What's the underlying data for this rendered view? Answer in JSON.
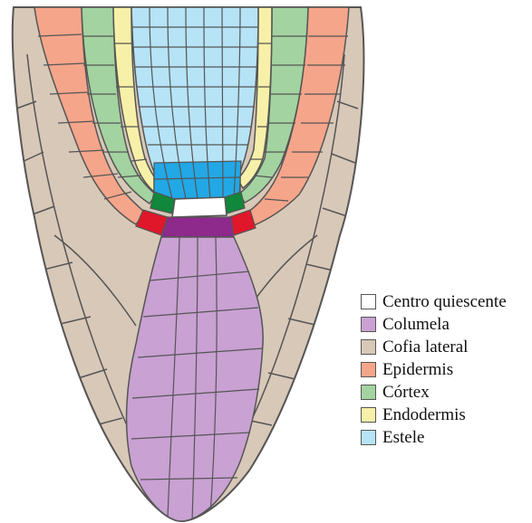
{
  "legend": [
    {
      "id": "quiescent",
      "label": "Centro quiescente",
      "color": "#ffffff"
    },
    {
      "id": "columella",
      "label": "Columela",
      "color": "#c9a1d3"
    },
    {
      "id": "lateral-cap",
      "label": "Cofia lateral",
      "color": "#d8c8b8"
    },
    {
      "id": "epidermis",
      "label": "Epidermis",
      "color": "#f5a58a"
    },
    {
      "id": "cortex",
      "label": "Córtex",
      "color": "#a3d3a0"
    },
    {
      "id": "endodermis",
      "label": "Endodermis",
      "color": "#f7f0a8"
    },
    {
      "id": "stele",
      "label": "Estele",
      "color": "#b6e3f6"
    }
  ],
  "accents": {
    "stele_initials": "#22a8e6",
    "columella_initials": "#8e2a8c",
    "epidermis_initials": "#e0162a",
    "cortex_initials": "#10873a"
  }
}
